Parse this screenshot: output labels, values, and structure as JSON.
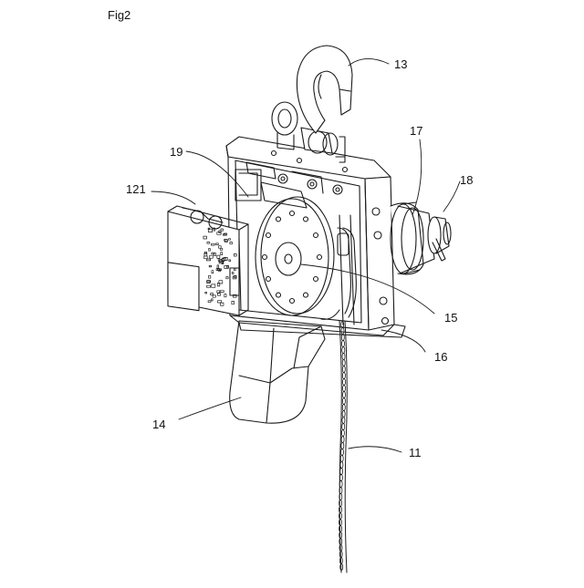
{
  "figure": {
    "title": "Fig2"
  },
  "callouts": {
    "c13": "13",
    "c17": "17",
    "c18": "18",
    "c19": "19",
    "c121": "121",
    "c15": "15",
    "c16": "16",
    "c14": "14",
    "c11": "11"
  },
  "colors": {
    "line": "#1a1a1a",
    "background": "#ffffff"
  }
}
